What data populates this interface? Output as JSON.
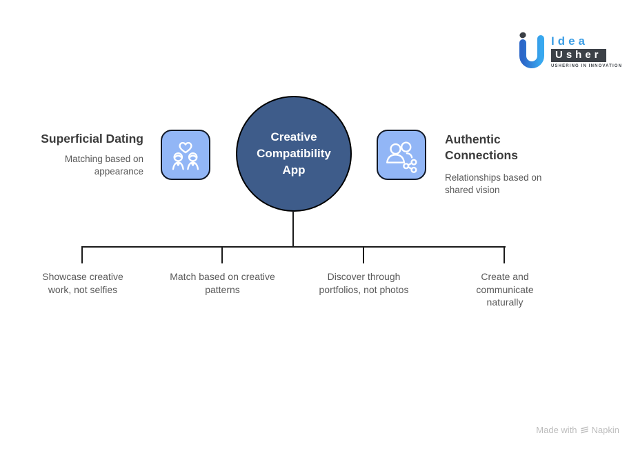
{
  "logo": {
    "brand_top": "Idea",
    "brand_bottom": "Usher",
    "tagline": "USHERING IN INNOVATION"
  },
  "center": {
    "label": "Creative Compatibility App"
  },
  "left_node": {
    "title": "Superficial Dating",
    "description": "Matching based on appearance",
    "icon": "couple-heart-icon"
  },
  "right_node": {
    "title": "Authentic Connections",
    "description": "Relationships based on shared vision",
    "icon": "people-network-icon"
  },
  "branches": [
    {
      "label": "Showcase creative work, not selfies"
    },
    {
      "label": "Match based on creative patterns"
    },
    {
      "label": "Discover through portfolios, not photos"
    },
    {
      "label": "Create and communicate naturally"
    }
  ],
  "credit": {
    "prefix": "Made with",
    "brand": "Napkin"
  },
  "colors": {
    "circle_fill": "#3E5C8A",
    "icon_tile_fill": "#92B6F6",
    "icon_tile_border": "#111826",
    "icon_stroke": "#FFFFFF",
    "connector_line": "#1A1A1A",
    "heading_text": "#3B3B3B",
    "body_text": "#595959",
    "logo_blue_dark": "#2B66C8",
    "logo_blue_light": "#38A8EF",
    "logo_dark": "#3C4147",
    "logo_idea_blue": "#3E9FE6",
    "credit_gray": "#BDBDBD"
  }
}
